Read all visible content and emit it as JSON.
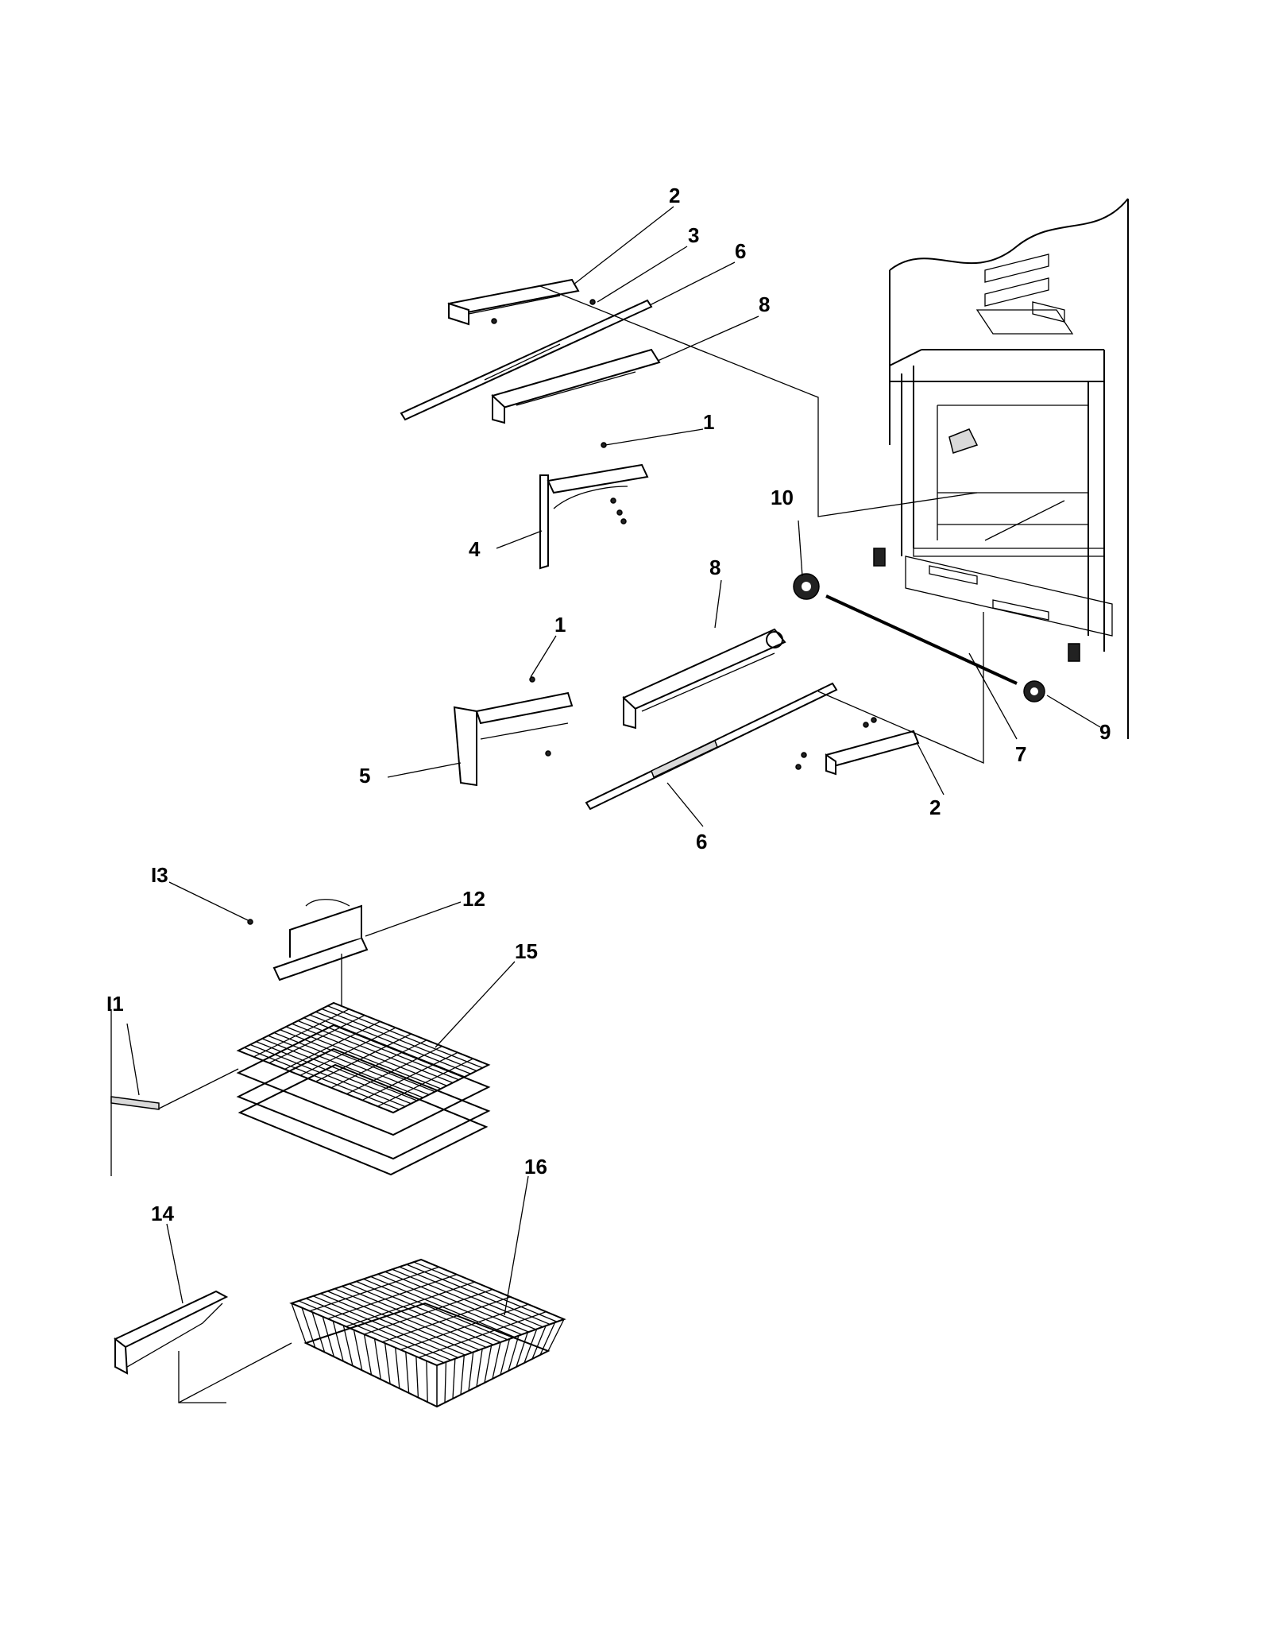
{
  "callouts": {
    "c2a": "2",
    "c3": "3",
    "c6a": "6",
    "c8a": "8",
    "c1a": "1",
    "c4": "4",
    "c10": "10",
    "c8b": "8",
    "c1b": "1",
    "c5": "5",
    "c7": "7",
    "c9": "9",
    "c2b": "2",
    "c6b": "6",
    "c13": "I3",
    "c12": "12",
    "c15": "15",
    "c11": "I1",
    "c16": "16",
    "c14": "14"
  }
}
